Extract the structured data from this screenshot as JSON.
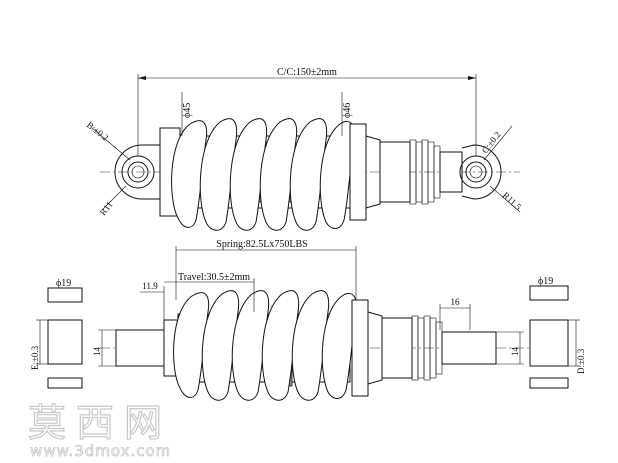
{
  "labels": {
    "cc": "C/C:150±2mm",
    "phi45": "ϕ45",
    "phi46": "ϕ46",
    "b_tol": "B:±0.2",
    "c_tol": "C:±0.2",
    "r11": "R11",
    "r11_5": "R11.5",
    "spring": "Spring:82.5Lx750LBS",
    "travel": "Travel:30.5±2mm",
    "d119": "11.9",
    "d16": "16",
    "phi19_left": "ϕ19",
    "phi19_right": "ϕ19",
    "d14_left": "14",
    "d14_right": "14",
    "e_tol": "E:±0.3",
    "d_tol": "D:±0.3"
  },
  "watermark": {
    "chinese": "莫西网",
    "url": "www.3dmox.com"
  },
  "colors": {
    "line": "#111111",
    "shading": "#9a9a9a",
    "watermark": "#c8c8c8"
  }
}
